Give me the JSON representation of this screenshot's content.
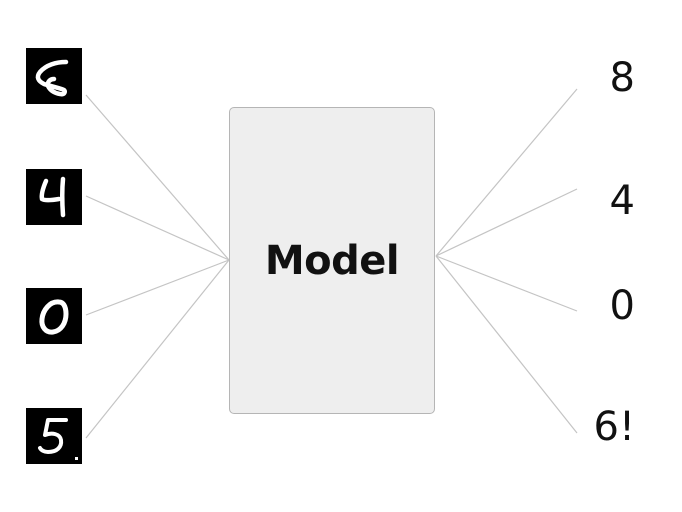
{
  "model": {
    "label": "Model"
  },
  "inputs": [
    {
      "name": "input-digit-1",
      "icon": "handwritten-digit-6-icon"
    },
    {
      "name": "input-digit-2",
      "icon": "handwritten-digit-4-icon"
    },
    {
      "name": "input-digit-3",
      "icon": "handwritten-digit-0-icon"
    },
    {
      "name": "input-digit-4",
      "icon": "handwritten-digit-5-icon"
    }
  ],
  "outputs": [
    {
      "label": "8"
    },
    {
      "label": "4"
    },
    {
      "label": "0"
    },
    {
      "label": "6!"
    }
  ],
  "colors": {
    "box_fill": "#eeeeee",
    "box_border": "#b5b5b5",
    "line": "#c4c4c4",
    "text": "#111111"
  }
}
